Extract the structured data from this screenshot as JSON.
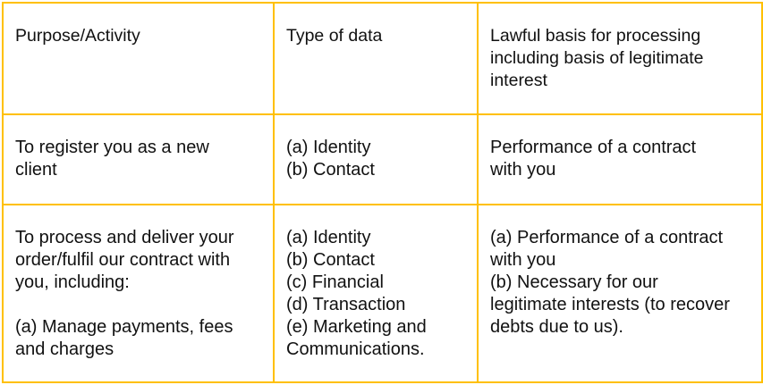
{
  "table": {
    "headers": [
      "Purpose/Activity",
      "Type of data",
      "Lawful basis for processing\nincluding basis of legitimate\ninterest"
    ],
    "rows": [
      [
        "To register you as a new\nclient",
        "(a) Identity\n(b) Contact",
        "Performance of a contract\nwith you"
      ],
      [
        "To process and deliver your\norder/fulfil our contract with\nyou, including:\n\n(a) Manage payments, fees\nand charges",
        "(a) Identity\n(b) Contact\n(c) Financial\n(d) Transaction\n(e) Marketing and\nCommunications.",
        "(a) Performance of a contract\nwith you\n(b) Necessary for our\nlegitimate interests (to recover\ndebts due to us)."
      ]
    ]
  },
  "colors": {
    "border": "#FFC000"
  }
}
